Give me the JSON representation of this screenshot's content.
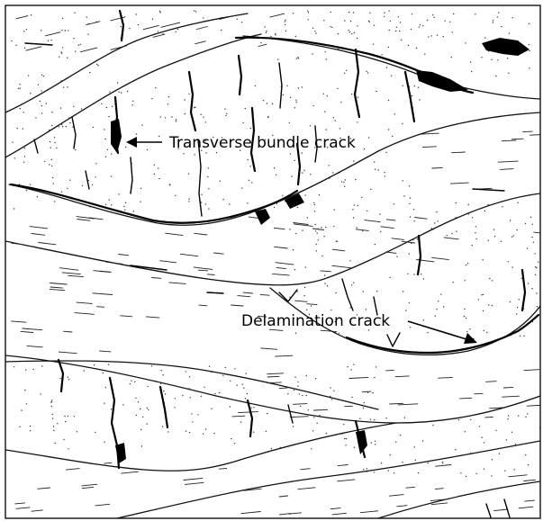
{
  "figure": {
    "annotations": [
      {
        "id": "transverse",
        "text": "Transverse bundle crack"
      },
      {
        "id": "delamination",
        "text": "Delamination crack"
      }
    ]
  }
}
